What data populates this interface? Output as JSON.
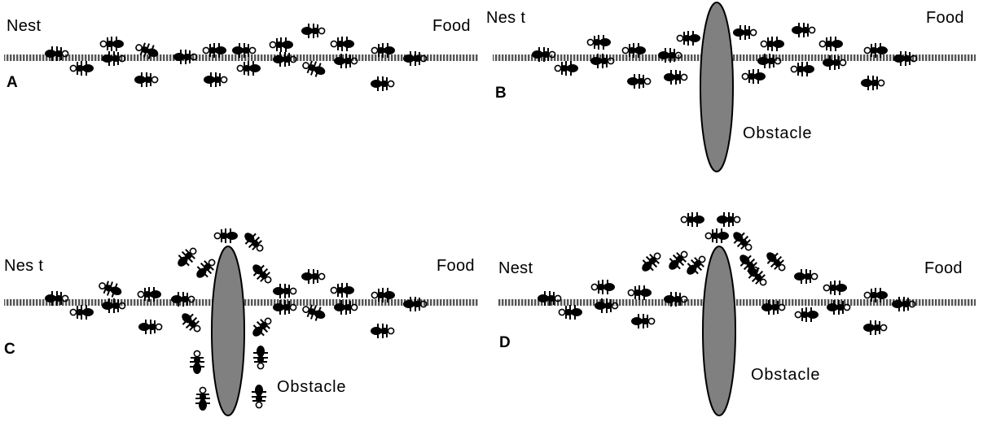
{
  "panels": [
    {
      "letter": "A",
      "nest": "Nest",
      "food": "Food",
      "obstacle": ""
    },
    {
      "letter": "B",
      "nest": "Nes t",
      "food": "Food",
      "obstacle": "Obstacle"
    },
    {
      "letter": "C",
      "nest": "Nes t",
      "food": "Food",
      "obstacle": "Obstacle"
    },
    {
      "letter": "D",
      "nest": "Nest",
      "food": "Food",
      "obstacle": "Obstacle"
    }
  ],
  "colors": {
    "obstacle_fill": "#808080",
    "ant": "#000000",
    "trail": "#7a7a7a"
  },
  "icons": {
    "ant": "ant-icon",
    "obstacle": "ellipse-obstacle"
  }
}
